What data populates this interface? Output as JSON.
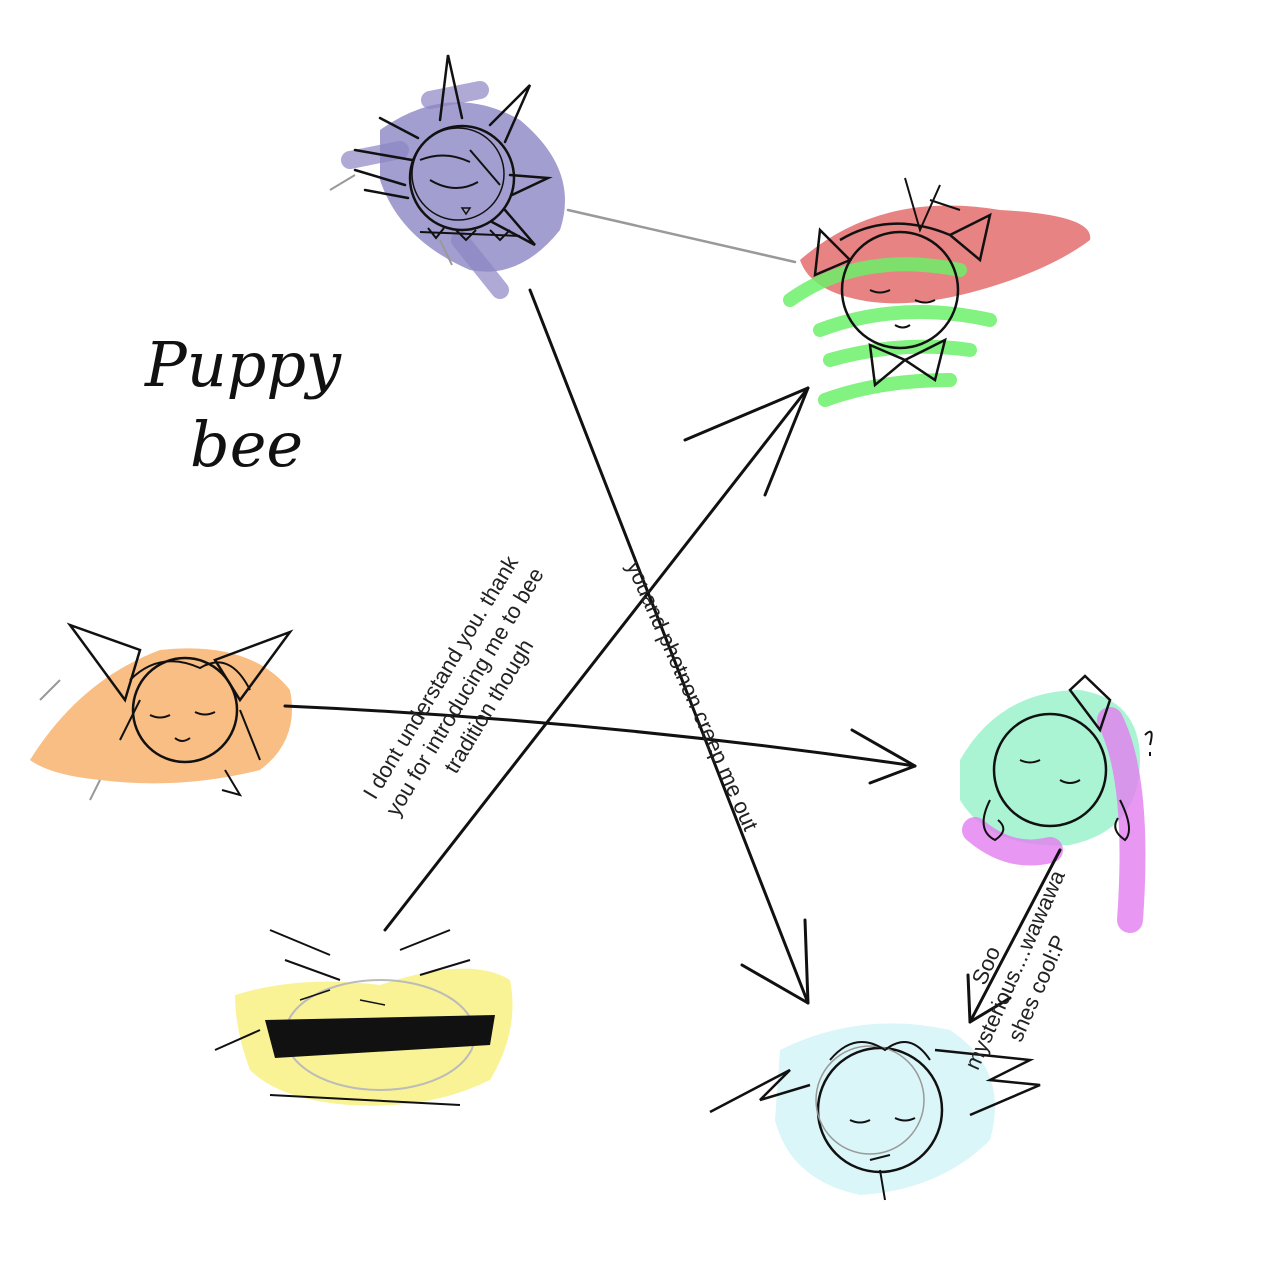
{
  "title": {
    "line1": "Puppy",
    "line2": "bee"
  },
  "relationships": [
    {
      "from": "bee-character",
      "to": "bow-character",
      "label_lines": [
        "I dont understand you. thank",
        "you for introducing me to bee",
        "tradition though"
      ]
    },
    {
      "from": "spiky-character",
      "to": "winged-character",
      "label_lines": [
        "youand photnon creep me out"
      ]
    },
    {
      "from": "pink-curly-character",
      "to": "winged-character",
      "label_lines": [
        "Soo",
        "mysterious....wawawa",
        "shes cool:P"
      ]
    },
    {
      "from": "spiky-character",
      "to": "bow-character",
      "label_lines": []
    },
    {
      "from": "cat-ear-character",
      "to": "pink-curly-character",
      "label_lines": []
    }
  ],
  "colors": {
    "spiky_purple": "#8c86c4",
    "bow_red": "#e05a5a",
    "bow_green": "#6cf06a",
    "cat_orange": "#f7a85a",
    "curly_pink": "#e27ef0",
    "curly_teal": "#8ef0c4",
    "bee_yellow": "#f7f07a",
    "winged_cyan": "#d6f5f7",
    "ink": "#111111"
  }
}
